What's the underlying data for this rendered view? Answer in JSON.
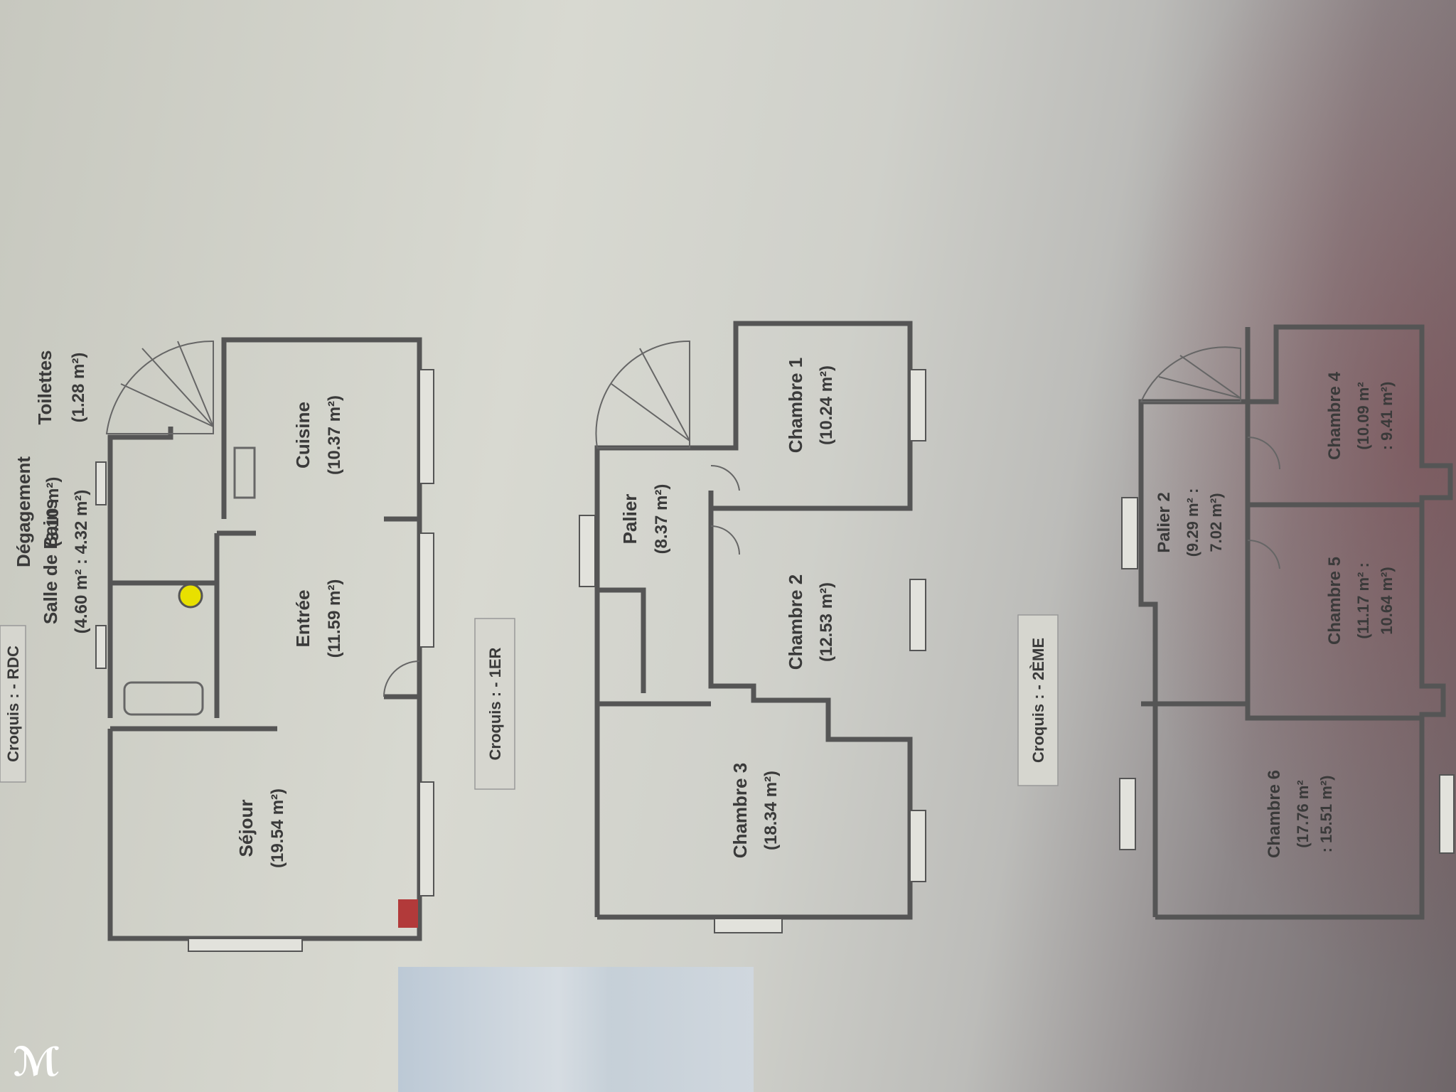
{
  "floors": [
    {
      "tag": "Croquis : - RDC",
      "rooms": [
        {
          "name": "Salle de Bains",
          "area": "(4.60 m² : 4.32 m²)"
        },
        {
          "name": "Dégagement",
          "area": "(3.10 m²)"
        },
        {
          "name": "Toilettes",
          "area": "(1.28 m²)"
        },
        {
          "name": "Cuisine",
          "area": "(10.37 m²)"
        },
        {
          "name": "Entrée",
          "area": "(11.59 m²)"
        },
        {
          "name": "Séjour",
          "area": "(19.54 m²)"
        }
      ]
    },
    {
      "tag": "Croquis : - 1ER",
      "rooms": [
        {
          "name": "Palier",
          "area": "(8.37 m²)"
        },
        {
          "name": "Chambre 1",
          "area": "(10.24 m²)"
        },
        {
          "name": "Chambre 2",
          "area": "(12.53 m²)"
        },
        {
          "name": "Chambre 3",
          "area": "(18.34 m²)"
        }
      ]
    },
    {
      "tag": "Croquis : - 2ÈME",
      "rooms": [
        {
          "name": "Palier 2",
          "area_line1": "(9.29 m² :",
          "area_line2": "7.02 m²)"
        },
        {
          "name": "Chambre 4",
          "area_line1": "(10.09 m²",
          "area_line2": ": 9.41 m²)"
        },
        {
          "name": "Chambre 5",
          "area_line1": "(11.17 m² :",
          "area_line2": "10.64 m²)"
        },
        {
          "name": "Chambre 6",
          "area_line1": "(17.76 m²",
          "area_line2": ": 15.51 m²)"
        }
      ]
    }
  ],
  "watermark": "ℳ",
  "colors": {
    "wall": "#555555",
    "sink_fixture": "#e8e000",
    "chimney": "#b23a3a"
  }
}
